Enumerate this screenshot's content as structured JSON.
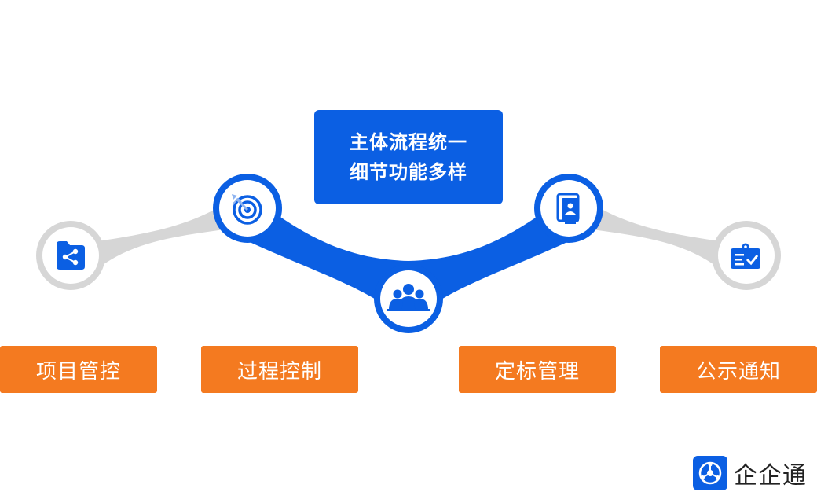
{
  "center": {
    "line1": "主体流程统一",
    "line2": "细节功能多样"
  },
  "labels": [
    {
      "text": "项目管控",
      "icon": "folder-share-icon"
    },
    {
      "text": "过程控制",
      "icon": "target-icon"
    },
    {
      "text": "定标管理",
      "icon": "document-seal-icon"
    },
    {
      "text": "公示通知",
      "icon": "clipboard-check-icon"
    }
  ],
  "center_icon": "team-icon",
  "logo": {
    "text": "企企通",
    "icon": "qiqitong-logo-icon"
  },
  "colors": {
    "blue": "#0b5fe3",
    "orange": "#f47a20",
    "grey": "#d6d6d6"
  }
}
